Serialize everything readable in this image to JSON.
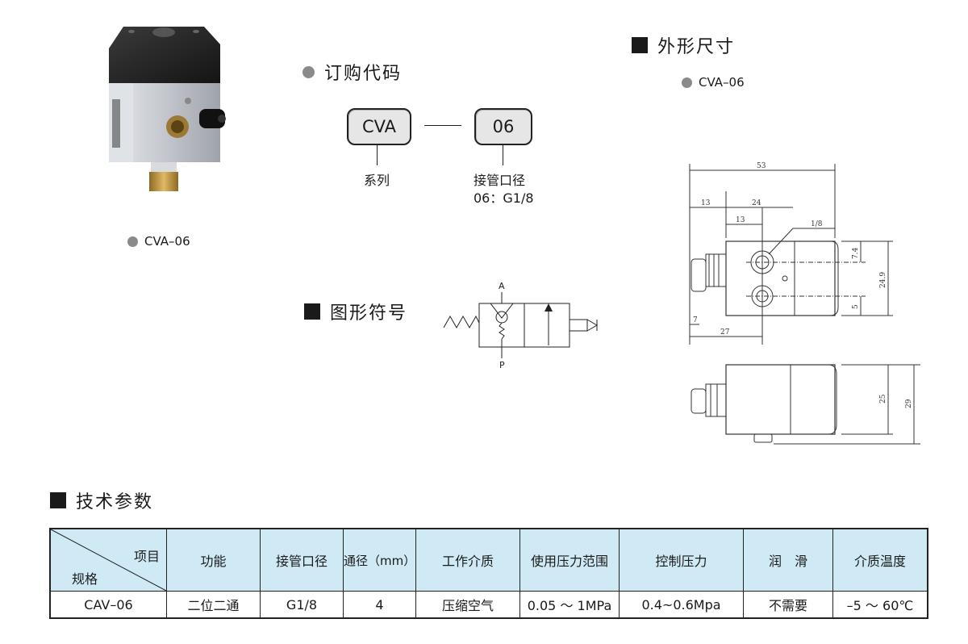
{
  "product": {
    "caption": "CVA–06"
  },
  "order_code": {
    "heading": "订购代码",
    "series_code": "CVA",
    "port_code": "06",
    "series_label": "系列",
    "port_label": "接管口径",
    "port_value": "06：G1/8"
  },
  "symbol": {
    "heading": "图形符号",
    "port_a": "A",
    "port_p": "P"
  },
  "dimensions": {
    "heading": "外形尺寸",
    "model_label": "CVA–06",
    "dims": {
      "d53": "53",
      "d13a": "13",
      "d24": "24",
      "d13b": "13",
      "thread": "1/8",
      "d7_4": "7.4",
      "d24_9": "24.9",
      "d5": "5",
      "d7": "7",
      "d27": "27",
      "d25": "25",
      "d29": "29"
    }
  },
  "specs": {
    "heading": "技术参数",
    "corner_top": "项目",
    "corner_bottom": "规格",
    "columns": [
      "功能",
      "接管口径",
      "通径（mm）",
      "工作介质",
      "使用压力范围",
      "控制压力",
      "润　滑",
      "介质温度"
    ],
    "row": [
      "CAV–06",
      "二位二通",
      "G1/8",
      "4",
      "压缩空气",
      "0.05 ～ 1MPa",
      "0.4~0.6Mpa",
      "不需要",
      "–5 ～ 60℃"
    ]
  },
  "colors": {
    "header_bg": "#cfeaf5",
    "bullet_gray": "#8a8a8a",
    "body_dark": "#1f1f1f",
    "metal": "#c9ccd2",
    "brass": "#c9a04a"
  }
}
